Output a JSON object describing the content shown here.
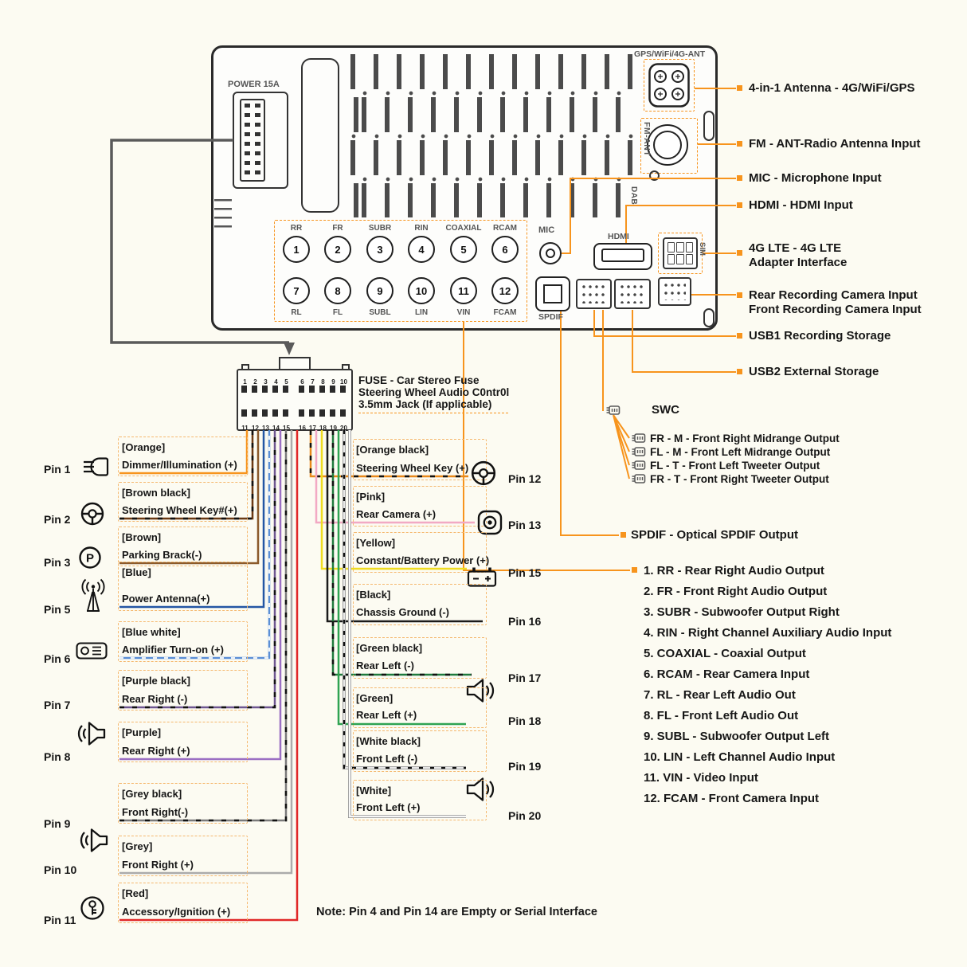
{
  "palette": {
    "bg": "#FCFBF2",
    "accent": "#F7941D",
    "ink": "#161616",
    "panel_line": "#2A2A2A"
  },
  "unit": {
    "power_label": "POWER 15A",
    "gps_label": "GPS/WiFi/4G-ANT",
    "fm_label": "FM-ANT",
    "dab_label": "DAB",
    "mic_label": "MIC",
    "hdmi_label": "HDMI",
    "sim_label": "SIM",
    "spdif_label": "SPDIF",
    "rca_top": [
      {
        "n": "1",
        "t": "RR"
      },
      {
        "n": "2",
        "t": "FR"
      },
      {
        "n": "3",
        "t": "SUBR"
      },
      {
        "n": "4",
        "t": "RIN"
      },
      {
        "n": "5",
        "t": "COAXIAL"
      },
      {
        "n": "6",
        "t": "RCAM"
      }
    ],
    "rca_bottom": [
      {
        "n": "7",
        "t": "RL"
      },
      {
        "n": "8",
        "t": "FL"
      },
      {
        "n": "9",
        "t": "SUBL"
      },
      {
        "n": "10",
        "t": "LIN"
      },
      {
        "n": "11",
        "t": "VIN"
      },
      {
        "n": "12",
        "t": "FCAM"
      }
    ]
  },
  "callouts": {
    "antenna": "4-in-1 Antenna - 4G/WiFi/GPS",
    "fm": "FM - ANT-Radio Antenna Input",
    "mic": "MIC - Microphone Input",
    "hdmi": "HDMI - HDMI Input",
    "lte1": "4G LTE - 4G LTE",
    "lte2": "Adapter Interface",
    "rear_cam": "Rear Recording Camera Input",
    "front_cam": "Front Recording Camera Input",
    "usb1": "USB1 Recording Storage",
    "usb2": "USB2 External Storage",
    "swc": "SWC",
    "swc_outputs": [
      "FR - M - Front Right Midrange Output",
      "FL - M - Front Left Midrange Output",
      "FL - T - Front Left Tweeter Output",
      "FR - T - Front Right Tweeter Output"
    ],
    "spdif": "SPDIF - Optical SPDIF Output"
  },
  "fuse": {
    "title1": "FUSE - Car Stereo Fuse",
    "title2": "Steering Wheel Audio C0ntr0l",
    "title3": "3.5mm Jack (If applicable)",
    "pins_top": [
      "1",
      "2",
      "3",
      "4",
      "5",
      "6",
      "7",
      "8",
      "9",
      "10"
    ],
    "pins_bottom": [
      "11",
      "12",
      "13",
      "14",
      "15",
      "16",
      "17",
      "18",
      "19",
      "20"
    ]
  },
  "left_pins": [
    {
      "pin": "Pin 1",
      "color": "[Orange]",
      "desc": "Dimmer/Illumination (+)"
    },
    {
      "pin": "Pin 2",
      "color": "[Brown black]",
      "desc": "Steering Wheel Key#(+)"
    },
    {
      "pin": "Pin 3",
      "color": "[Brown]",
      "desc": "Parking Brack(-)"
    },
    {
      "pin": "Pin 5",
      "color": "[Blue]",
      "desc": "Power Antenna(+)"
    },
    {
      "pin": "Pin 6",
      "color": "[Blue white]",
      "desc": "Amplifier Turn-on (+)"
    },
    {
      "pin": "Pin 7",
      "color": "[Purple black]",
      "desc": "Rear Right (-)"
    },
    {
      "pin": "Pin 8",
      "color": "[Purple]",
      "desc": "Rear Right (+)"
    },
    {
      "pin": "Pin 9",
      "color": "[Grey black]",
      "desc": "Front Right(-)"
    },
    {
      "pin": "Pin 10",
      "color": "[Grey]",
      "desc": "Front Right (+)"
    },
    {
      "pin": "Pin 11",
      "color": "[Red]",
      "desc": "Accessory/Ignition (+)"
    }
  ],
  "mid_pins": [
    {
      "pin": "Pin 12",
      "color": "[Orange black]",
      "desc": "Steering Wheel Key (+)"
    },
    {
      "pin": "Pin 13",
      "color": "[Pink]",
      "desc": "Rear Camera (+)"
    },
    {
      "pin": "Pin 15",
      "color": "[Yellow]",
      "desc": "Constant/Battery Power (+)"
    },
    {
      "pin": "Pin 16",
      "color": "[Black]",
      "desc": "Chassis Ground (-)"
    },
    {
      "pin": "Pin 17",
      "color": "[Green black]",
      "desc": "Rear Left (-)"
    },
    {
      "pin": "Pin 18",
      "color": "[Green]",
      "desc": "Rear Left (+)"
    },
    {
      "pin": "Pin 19",
      "color": "[White black]",
      "desc": "Front Left (-)"
    },
    {
      "pin": "Pin 20",
      "color": "[White]",
      "desc": "Front Left (+)"
    }
  ],
  "rca_list": [
    "1. RR - Rear Right Audio Output",
    "2. FR - Front Right Audio Output",
    "3. SUBR - Subwoofer Output Right",
    "4. RIN - Right Channel Auxiliary Audio Input",
    "5. COAXIAL - Coaxial Output",
    "6. RCAM - Rear Camera Input",
    "7. RL - Rear Left Audio Out",
    "8. FL - Front Left Audio Out",
    "9. SUBL - Subwoofer Output Left",
    "10. LIN - Left Channel Audio Input",
    "11. VIN - Video Input",
    "12. FCAM - Front Camera Input"
  ],
  "note": "Note: Pin 4 and Pin 14 are Empty or Serial Interface",
  "wire_colors": {
    "orange": "#F7941D",
    "brown_black": "#6B3A14",
    "brown": "#8B5A2B",
    "blue": "#2456A4",
    "blue_white": "#5B8FD6",
    "purple_black": "#6E5690",
    "purple": "#9B6FC3",
    "grey_black": "#7A7A7A",
    "grey": "#ABABAB",
    "red": "#E02828",
    "orange_black": "#E8891A",
    "pink": "#F2A9C4",
    "yellow": "#F0DC20",
    "black": "#1A1A1A",
    "green_black": "#1F7A3D",
    "green": "#2FA352",
    "white_black": "#E8E8E8",
    "white": "#F7F7F7"
  }
}
